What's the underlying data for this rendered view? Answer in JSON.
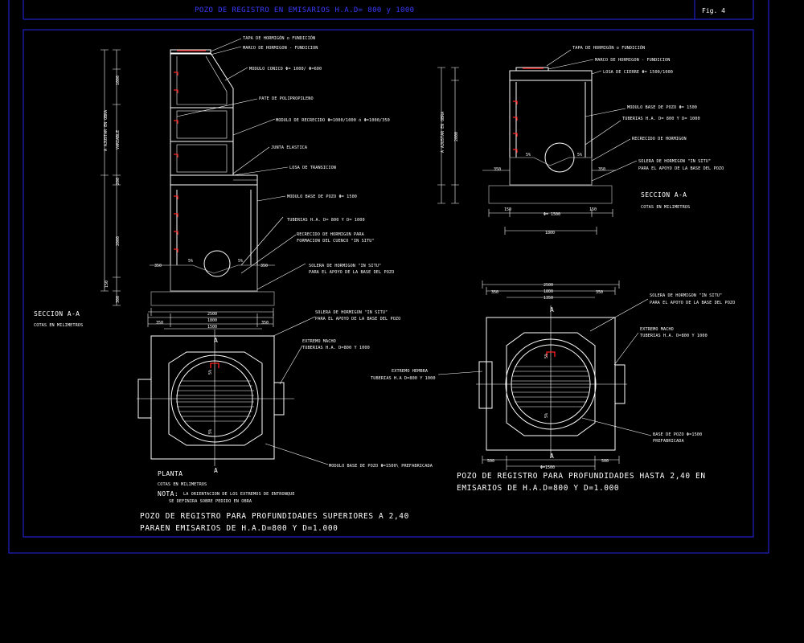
{
  "header": {
    "title": "POZO DE REGISTRO EN EMISARIOS H.A.D= 800 y 1000",
    "fig": "Fig. 4"
  },
  "colors": {
    "background": "#000000",
    "frame": "#2020c8",
    "title": "#3b3bff",
    "lines": "#ffffff",
    "rungs": "#ff2020",
    "concrete": "#9a9a9a"
  },
  "left_section": {
    "labels": {
      "tapa": "TAPA DE HORMIGÓN o FUNDICIÓN",
      "marco": "MARCO DE HORMIGON - FUNDICION",
      "conico": "MODULO CONICO Φ= 1000/ Φ=600",
      "pate": "PATE DE POLIPROPILENO",
      "recrecido": "MODULO DE RECRECIDO Φ=1000/1000 ó Φ=1000/350",
      "junta": "JUNTA ELASTICA",
      "losa": "LOSA DE TRANSICION",
      "base": "MODULO BASE DE POZO Φ= 1500",
      "tuberias": "TUBERIAS H.A. D= 800 Y D= 1000",
      "recrecido_horm_1": "RECRECIDO DE HORMIGON PARA",
      "recrecido_horm_2": "FORMACION DEL CUENCO \"IN SITU\"",
      "solera_1": "SOLERA DE HORMIGON \"IN SITU\"",
      "solera_2": "PARA EL APOYO DE LA BASE DEL POZO"
    },
    "dims": {
      "ajustar": "A AJUSTAR EN OBRA",
      "variable": "VARIABLE",
      "d1000": "1000",
      "d200": "200",
      "d2000": "2000",
      "d150": "150",
      "d300": "300",
      "d350a": "350",
      "d350b": "350",
      "pct_a": "5%",
      "pct_b": "5%"
    },
    "caption_1": "SECCION A-A",
    "caption_2": "COTAS EN MILIMETROS"
  },
  "right_section": {
    "labels": {
      "tapa": "TAPA DE HORMIGÓN o FUNDICIÓN",
      "marco": "MARCO DE HORMIGON - FUNDICION",
      "losa": "LOSA DE CIERRE Φ= 1500/1000",
      "base": "MODULO BASE DE POZO Φ= 1500",
      "tuberias": "TUBERIAS H.A. D= 800 Y D= 1000",
      "recrecido": "RECRECIDO DE HORMIGON",
      "solera_1": "SOLERA DE HORMIGON \"IN SITU\"",
      "solera_2": "PARA EL APOYO DE LA BASE DEL POZO"
    },
    "dims": {
      "ajustar": "A AJUSTAR EN OBRA",
      "d2000": "2000",
      "d350a": "350",
      "d350b": "350",
      "d150a": "150",
      "d150b": "150",
      "phi1500": "Φ= 1500",
      "d1800": "1800",
      "pct_a": "5%",
      "pct_b": "5%"
    },
    "caption_1": "SECCION A-A",
    "caption_2": "COTAS EN MILIMETROS"
  },
  "left_plan": {
    "labels": {
      "solera_1": "SOLERA DE HORMIGON \"IN SITU\"",
      "solera_2": "PARA EL APOYO DE LA BASE DEL POZO",
      "extremo_1": "EXTREMO MACHO",
      "extremo_2": "TUBERIAS H.A. D=800 Y 1000",
      "modulo": "MODULO BASE DE POZO Φ=1500\\ PREFABRICADA"
    },
    "dims": {
      "d2500": "2500",
      "d1800": "1800",
      "d1500": "1500",
      "d350a": "350",
      "d350b": "350",
      "pct_a": "5%",
      "pct_b": "5%",
      "a_top": "A",
      "a_bottom": "A"
    },
    "caption": "PLANTA",
    "cotas": "COTAS EN MILIMETROS",
    "nota_label": "NOTA:",
    "nota_1": "LA ORIENTACION DE LOS EXTREMOS DE ENTRONQUE",
    "nota_2": "SE DEFINIRA SOBRE PEDIDO EN OBRA",
    "title_1": "POZO DE REGISTRO PARA PROFUNDIDADES SUPERIORES A 2,40",
    "title_2": "PARAEN EMISARIOS DE H.A.D=800 Y D=1.000"
  },
  "right_plan": {
    "labels": {
      "solera_1": "SOLERA DE HORMIGON \"IN SITU\"",
      "solera_2": "PARA EL APOYO DE LA BASE DEL POZO",
      "macho_1": "EXTREMO MACHO",
      "macho_2": "TUBERIAS H.A. D=800 Y 1000",
      "hembra_1": "EXTREMO HEMBRA",
      "hembra_2": "TUBERIAS H.A D=800 Y 1000",
      "base_1": "BASE DE POZO Φ=1500",
      "base_2": "PREFABRICADA"
    },
    "dims": {
      "d2500": "2500",
      "d1800": "1800",
      "d1350": "1350",
      "d350a": "350",
      "d350b": "350",
      "d500a": "500",
      "d500b": "500",
      "phi1500": "Φ=1500",
      "pct_a": "5%",
      "pct_b": "5%",
      "a_top": "A",
      "a_bottom": "A"
    },
    "title_1": "POZO DE REGISTRO PARA PROFUNDIDADES HASTA 2,40  EN",
    "title_2": "EMISARIOS DE H.A.D=800 Y D=1.000"
  }
}
